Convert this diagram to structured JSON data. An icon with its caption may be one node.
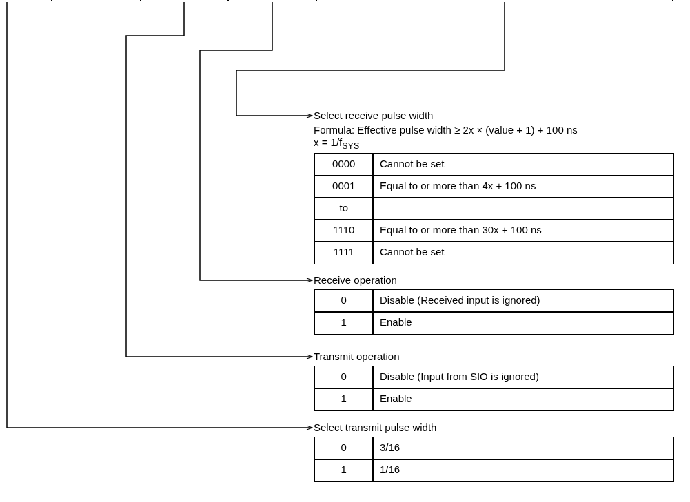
{
  "diagram": {
    "nodes": [
      {
        "text": [],
        "shape": "box"
      },
      {
        "text": [],
        "shape": "box"
      },
      {
        "text": [],
        "shape": "box"
      },
      {
        "text": [],
        "shape": "box"
      },
      {
        "text": [
          "Select receive pulse width"
        ]
      },
      {
        "text": [
          "Receive operation"
        ]
      },
      {
        "text": [
          "Transmit operation"
        ]
      },
      {
        "text": [
          "Select transmit pulse width"
        ]
      }
    ],
    "edges": [
      {
        "from": 3,
        "to": 4,
        "arrow": "to"
      },
      {
        "from": 2,
        "to": 5,
        "arrow": "to"
      },
      {
        "from": 1,
        "to": 6,
        "arrow": "to"
      },
      {
        "from": 0,
        "to": 7,
        "arrow": "to"
      }
    ],
    "labels": [
      "Formula: Effective pulse width ≥ 2x × (value + 1) + 100 ns",
      "x = 1/f$_{SYS}$",
      "0000",
      "Cannot be set",
      "0001",
      "Equal to or more than 4x + 100 ns",
      "to",
      "1110",
      "Equal to or more than 30x + 100 ns",
      "1111",
      "Cannot be set",
      "0",
      "Disable (Received input is ignored)",
      "1",
      "Enable",
      "0",
      "Disable (Input from SIO is ignored)",
      "1",
      "Enable",
      "0",
      "3/16",
      "1",
      "1/16"
    ]
  }
}
